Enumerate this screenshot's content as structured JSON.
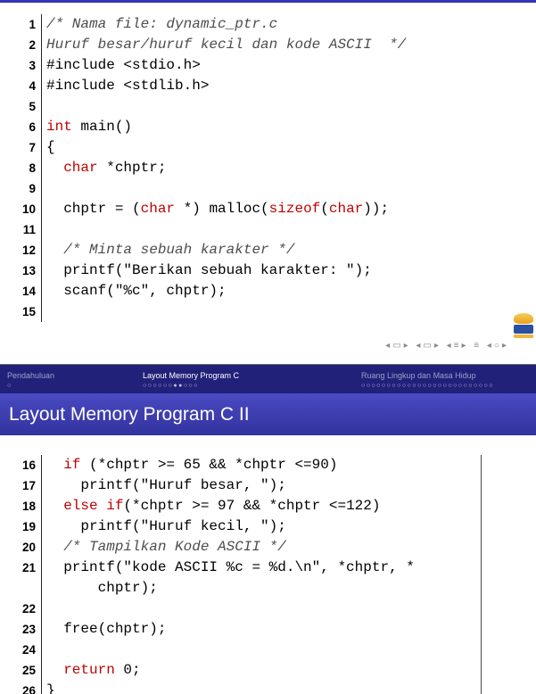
{
  "colors": {
    "accent": "#3333b2",
    "keyword": "#c00000",
    "comment": "#4d4d4d",
    "header_bar": "#21217a",
    "titlebar_top": "#4a4ac2",
    "titlebar_bottom": "#32329e",
    "nav_gray": "#8a8a8a",
    "dots": "#c2c2e2",
    "label_dim": "#9f9fc8",
    "label_active": "#ffffff"
  },
  "slide1": {
    "nav_symbols": "◂▭▸ ◂▭▸ ◂≡▸ ≡ ◂○▸",
    "code_lines": [
      {
        "n": "1",
        "s": [
          [
            "/* Nama file: dynamic_ptr.c",
            "c"
          ]
        ]
      },
      {
        "n": "2",
        "s": [
          [
            "Huruf besar/huruf kecil dan kode ASCII  */",
            "c"
          ]
        ]
      },
      {
        "n": "3",
        "s": [
          [
            "#include <stdio.h>",
            "p"
          ]
        ]
      },
      {
        "n": "4",
        "s": [
          [
            "#include <stdlib.h>",
            "p"
          ]
        ]
      },
      {
        "n": "5",
        "s": []
      },
      {
        "n": "6",
        "s": [
          [
            "int",
            "k"
          ],
          [
            " main()",
            "p"
          ]
        ]
      },
      {
        "n": "7",
        "s": [
          [
            "{",
            "p"
          ]
        ]
      },
      {
        "n": "8",
        "s": [
          [
            "  ",
            "p"
          ],
          [
            "char",
            "k"
          ],
          [
            " *chptr;",
            "p"
          ]
        ]
      },
      {
        "n": "9",
        "s": []
      },
      {
        "n": "10",
        "s": [
          [
            "  chptr = (",
            "p"
          ],
          [
            "char",
            "k"
          ],
          [
            " *) malloc(",
            "p"
          ],
          [
            "sizeof",
            "k"
          ],
          [
            "(",
            "p"
          ],
          [
            "char",
            "k"
          ],
          [
            "));",
            "p"
          ]
        ]
      },
      {
        "n": "11",
        "s": []
      },
      {
        "n": "12",
        "s": [
          [
            "  /* Minta sebuah karakter */",
            "c"
          ]
        ]
      },
      {
        "n": "13",
        "s": [
          [
            "  printf(\"Berikan sebuah karakter: \");",
            "p"
          ]
        ]
      },
      {
        "n": "14",
        "s": [
          [
            "  scanf(\"%c\", chptr);",
            "p"
          ]
        ]
      },
      {
        "n": "15",
        "s": []
      }
    ]
  },
  "slide2": {
    "title": "Layout Memory Program C II",
    "header": {
      "sections": [
        {
          "label": "Pendahuluan",
          "dots": "○"
        },
        {
          "label": "Layout Memory Program C",
          "dots": "○○○○○○●●○○○"
        },
        {
          "label": "Ruang Lingkup dan Masa Hidup",
          "dots": "○○○○○○○○○○○○○○○○○○○○○○○○○○"
        }
      ]
    },
    "code_lines": [
      {
        "n": "16",
        "s": [
          [
            "  ",
            "p"
          ],
          [
            "if",
            "k"
          ],
          [
            " (*chptr >= 65 && *chptr <=90)",
            "p"
          ]
        ]
      },
      {
        "n": "17",
        "s": [
          [
            "    printf(\"Huruf besar, \");",
            "p"
          ]
        ]
      },
      {
        "n": "18",
        "s": [
          [
            "  ",
            "p"
          ],
          [
            "else if",
            "k"
          ],
          [
            "(*chptr >= 97 && *chptr <=122)",
            "p"
          ]
        ]
      },
      {
        "n": "19",
        "s": [
          [
            "    printf(\"Huruf kecil, \");",
            "p"
          ]
        ]
      },
      {
        "n": "20",
        "s": [
          [
            "  /* Tampilkan Kode ASCII */",
            "c"
          ]
        ]
      },
      {
        "n": "21",
        "s": [
          [
            "  printf(\"kode ASCII %c = %d.\\n\", *chptr, *",
            "p"
          ]
        ]
      },
      {
        "n": "",
        "s": [
          [
            "      chptr);",
            "p"
          ]
        ]
      },
      {
        "n": "22",
        "s": []
      },
      {
        "n": "23",
        "s": [
          [
            "  free(chptr);",
            "p"
          ]
        ]
      },
      {
        "n": "24",
        "s": []
      },
      {
        "n": "25",
        "s": [
          [
            "  ",
            "p"
          ],
          [
            "return",
            "k"
          ],
          [
            " 0;",
            "p"
          ]
        ]
      },
      {
        "n": "26",
        "s": [
          [
            "}",
            "p"
          ]
        ]
      }
    ]
  }
}
